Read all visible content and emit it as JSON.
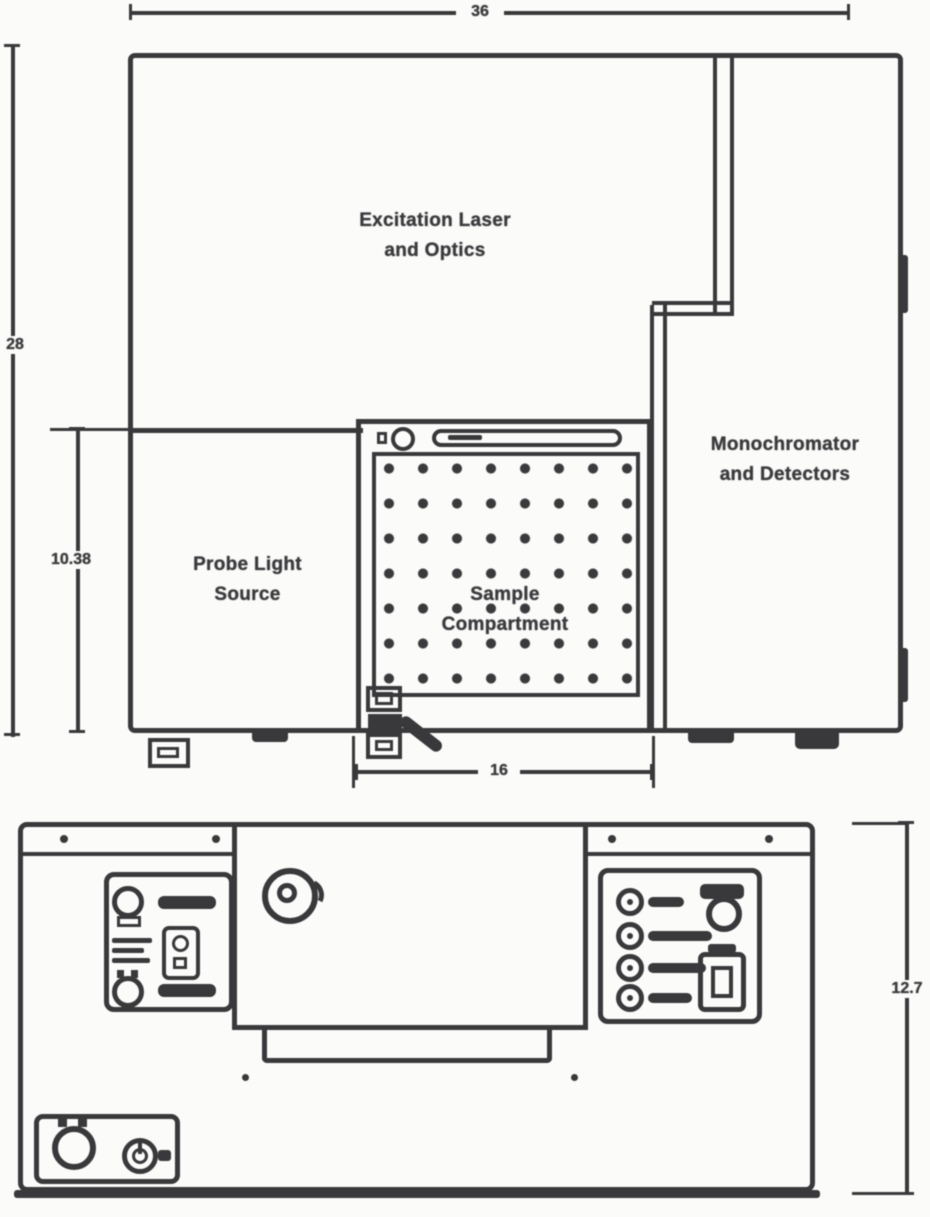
{
  "top_view": {
    "labels": {
      "excitation": [
        "Excitation Laser",
        "and Optics"
      ],
      "monochromator": [
        "Monochromator",
        "and Detectors"
      ],
      "probe": [
        "Probe Light",
        "Source"
      ],
      "sample": [
        "Sample",
        "Compartment"
      ]
    },
    "dimensions": {
      "width": "36",
      "height": "28",
      "probe_height": "10.38",
      "sample_width": "16"
    }
  },
  "front_view": {
    "dimensions": {
      "height": "12.7"
    }
  },
  "colors": {
    "line": "#39393b",
    "background": "#fbfbfa"
  }
}
